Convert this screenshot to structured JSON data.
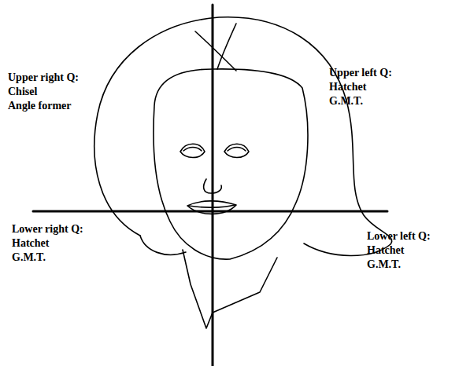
{
  "diagram": {
    "labels": [
      "Upper right Q:",
      "Chisel",
      "Angle former",
      "Upper left Q:",
      "Hatchet",
      "G.M.T.",
      "Lower right Q:",
      "Hatchet",
      "G.M.T.",
      "Lower left Q:",
      "Hatchet",
      "G.M.T."
    ]
  }
}
